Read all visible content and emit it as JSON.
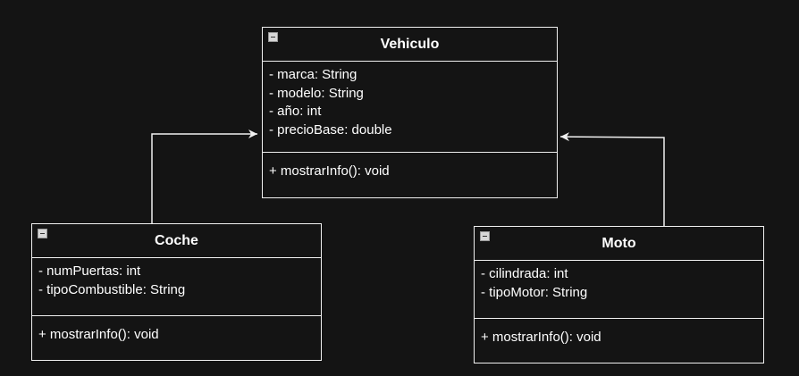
{
  "classes": {
    "vehiculo": {
      "name": "Vehiculo",
      "attributes": [
        "- marca: String",
        "- modelo: String",
        "- año: int",
        "- precioBase: double"
      ],
      "operations": [
        "+ mostrarInfo(): void"
      ]
    },
    "coche": {
      "name": "Coche",
      "attributes": [
        "- numPuertas: int",
        "- tipoCombustible: String"
      ],
      "operations": [
        "+ mostrarInfo(): void"
      ]
    },
    "moto": {
      "name": "Moto",
      "attributes": [
        "- cilindrada: int",
        "- tipoMotor: String"
      ],
      "operations": [
        "+ mostrarInfo(): void"
      ]
    }
  },
  "relations": [
    {
      "type": "inheritance",
      "from": "Coche",
      "to": "Vehiculo"
    },
    {
      "type": "inheritance",
      "from": "Moto",
      "to": "Vehiculo"
    }
  ],
  "colors": {
    "background": "#141414",
    "stroke": "#f0f0f0",
    "text": "#ffffff"
  }
}
